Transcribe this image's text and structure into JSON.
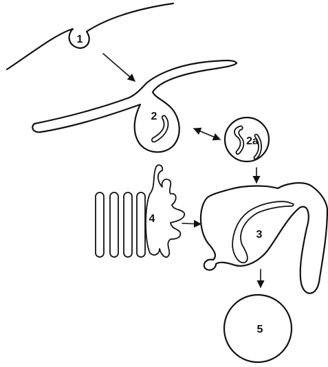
{
  "diagram": {
    "labels": {
      "s1": "1",
      "s2": "2",
      "s2a": "2a",
      "s3": "3",
      "s4": "4",
      "s5": "5"
    },
    "colors": {
      "line": "#111111",
      "background": "#ffffff"
    }
  }
}
